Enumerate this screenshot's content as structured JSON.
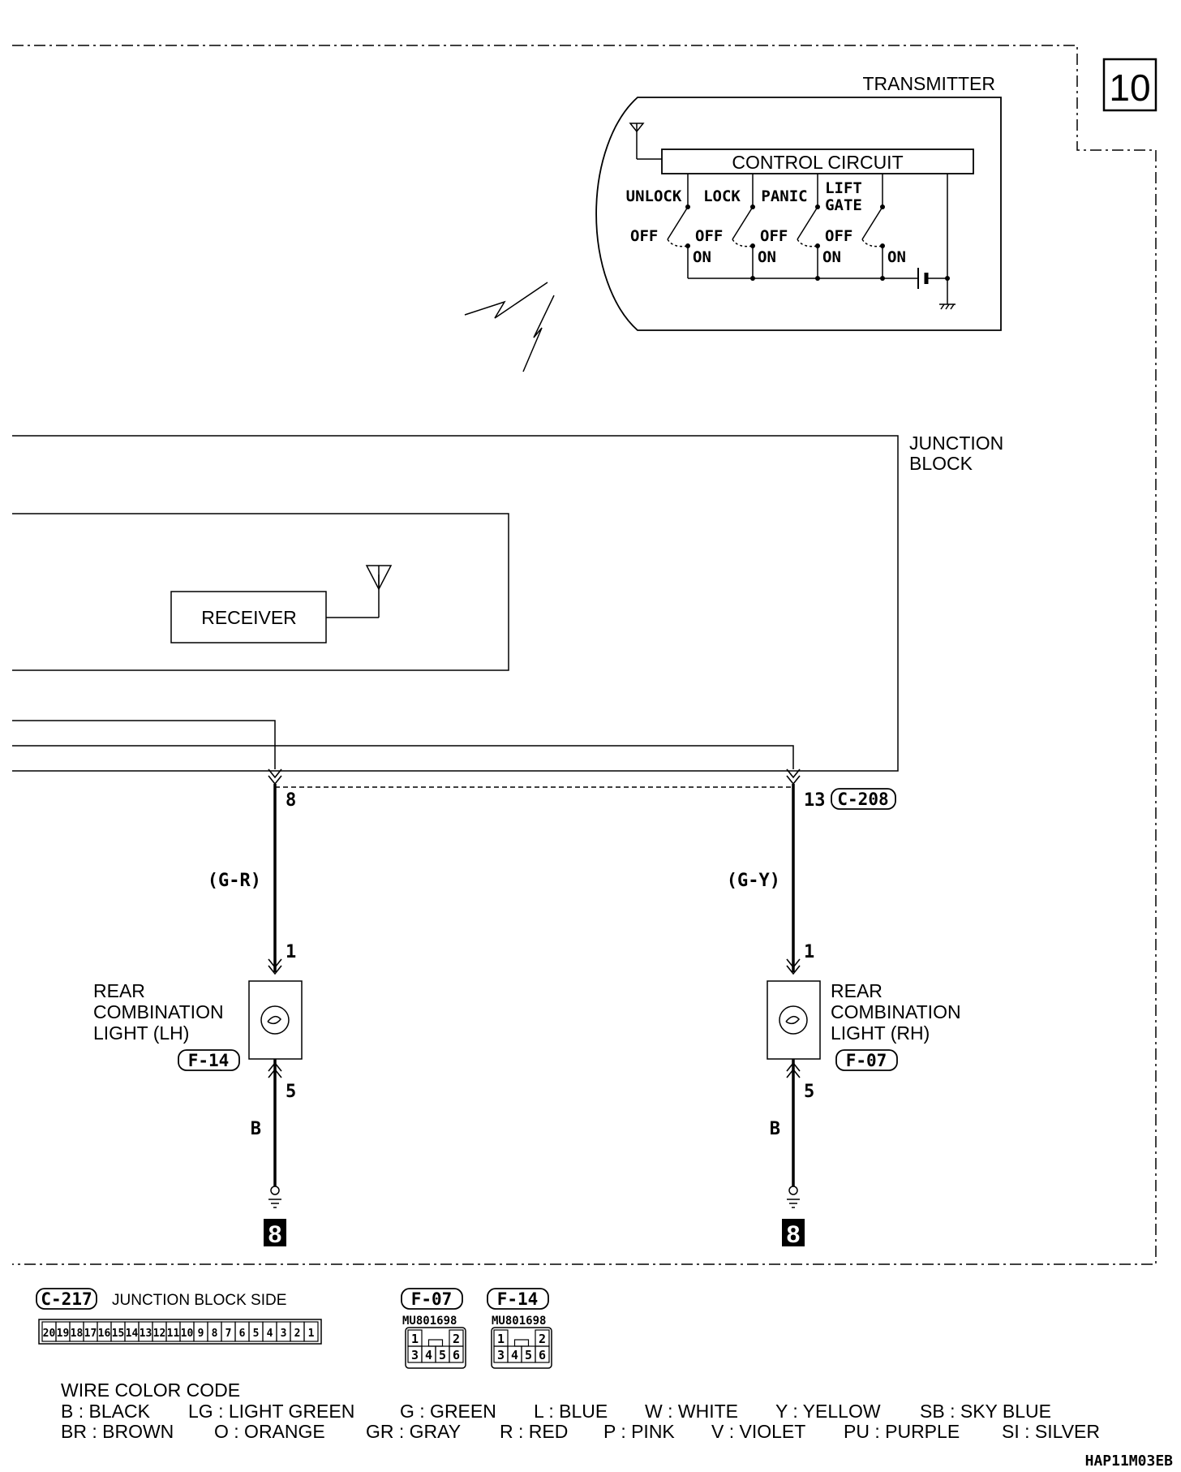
{
  "page_number": "10",
  "transmitter": {
    "title": "TRANSMITTER",
    "control_circuit": "CONTROL CIRCUIT",
    "switches": [
      {
        "name": "UNLOCK",
        "off": "OFF",
        "on": "ON"
      },
      {
        "name": "LOCK",
        "off": "OFF",
        "on": "ON"
      },
      {
        "name": "PANIC",
        "off": "OFF",
        "on": "ON"
      },
      {
        "name_line1": "LIFT",
        "name_line2": "GATE",
        "off": "OFF",
        "on": "ON"
      }
    ]
  },
  "junction_block": {
    "line1": "JUNCTION",
    "line2": "BLOCK",
    "receiver": "RECEIVER"
  },
  "left_branch": {
    "pin_top": "8",
    "wire_color": "(G-R)",
    "lamp_pin_in": "1",
    "lamp_pin_out": "5",
    "ground_wire": "B",
    "ground_no": "8",
    "lamp": {
      "line1": "REAR",
      "line2": "COMBINATION",
      "line3": "LIGHT (LH)",
      "connector": "F-14"
    }
  },
  "right_branch": {
    "pin_top": "13",
    "connector_top": "C-208",
    "wire_color": "(G-Y)",
    "lamp_pin_in": "1",
    "lamp_pin_out": "5",
    "ground_wire": "B",
    "ground_no": "8",
    "lamp": {
      "line1": "REAR",
      "line2": "COMBINATION",
      "line3": "LIGHT (RH)",
      "connector": "F-07"
    }
  },
  "connectors": {
    "c217": {
      "id": "C-217",
      "label": "JUNCTION BLOCK SIDE",
      "pins": [
        "20",
        "19",
        "18",
        "17",
        "16",
        "15",
        "14",
        "13",
        "12",
        "11",
        "10",
        "9",
        "8",
        "7",
        "6",
        "5",
        "4",
        "3",
        "2",
        "1"
      ]
    },
    "f07": {
      "id": "F-07",
      "part": "MU801698",
      "pins_top": [
        "1",
        "2"
      ],
      "pins_bottom": [
        "3",
        "4",
        "5",
        "6"
      ]
    },
    "f14": {
      "id": "F-14",
      "part": "MU801698",
      "pins_top": [
        "1",
        "2"
      ],
      "pins_bottom": [
        "3",
        "4",
        "5",
        "6"
      ]
    }
  },
  "wire_color_code": {
    "title": "WIRE COLOR CODE",
    "row1": [
      "B : BLACK",
      "LG : LIGHT GREEN",
      "G : GREEN",
      "L : BLUE",
      "W : WHITE",
      "Y : YELLOW",
      "SB : SKY BLUE"
    ],
    "row2": [
      "BR : BROWN",
      "O : ORANGE",
      "GR : GRAY",
      "R : RED",
      "P : PINK",
      "V : VIOLET",
      "PU : PURPLE",
      "SI : SILVER"
    ]
  },
  "figure_code": "HAP11M03EB"
}
